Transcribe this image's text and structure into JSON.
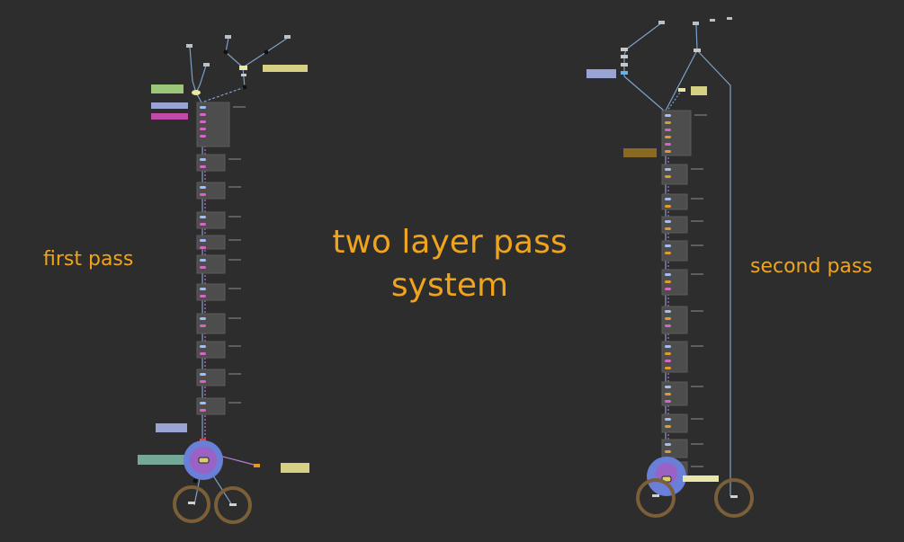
{
  "labels": {
    "first_pass": "first pass",
    "second_pass": "second pass",
    "title_line1": "two layer pass",
    "title_line2": "system"
  },
  "colors": {
    "background": "#2d2d2d",
    "label": "#f0a41c",
    "wire": "#7ea0c8",
    "node_body": "#4d4d4d",
    "merge_blue": "#6a7fd8",
    "merge_purple": "#9a62c4",
    "ring": "#7a5f38",
    "backdrop_green": "#9ac878",
    "backdrop_blue": "#9aa4d4",
    "backdrop_magenta": "#c04ca8",
    "backdrop_yellow": "#d6d084",
    "backdrop_teal": "#74a898",
    "backdrop_gold": "#8a6a22",
    "port_magenta": "#d864c4",
    "port_blue": "#a4bcf0",
    "port_orange": "#e09a2a"
  },
  "node_graph": {
    "first_pass": {
      "layer_nodes": 11
    },
    "second_pass": {
      "layer_nodes": 12
    }
  }
}
